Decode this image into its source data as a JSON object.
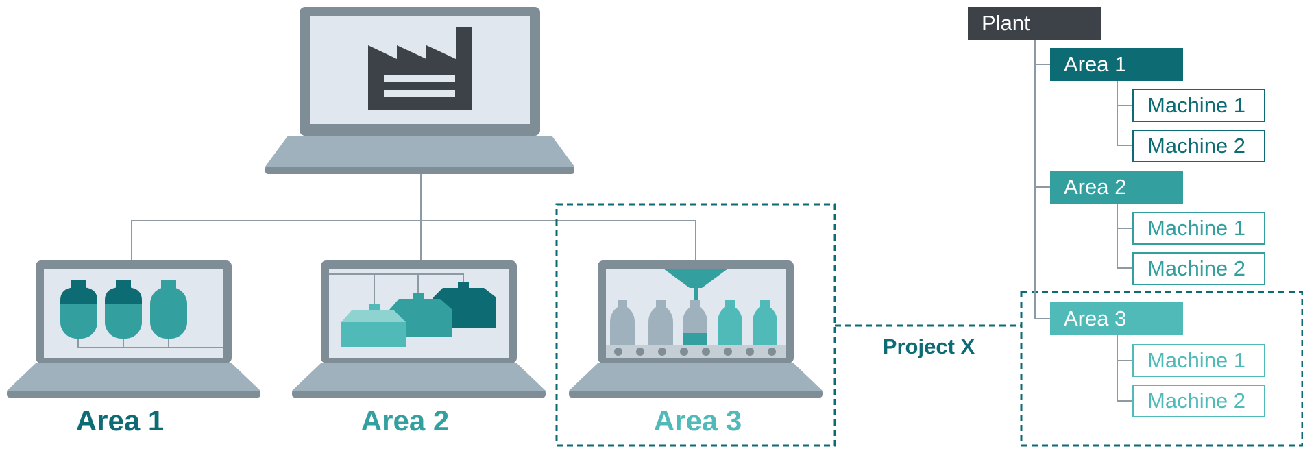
{
  "colors": {
    "dark_teal": "#0d6b73",
    "mid_teal": "#33a09f",
    "light_teal": "#4fbab8",
    "laptop_frame": "#7f8d97",
    "laptop_base": "#9fb1bd",
    "screen": "#e1e7ef",
    "plant_box": "#3d4248",
    "connector": "#8d9aa4"
  },
  "labels": {
    "area1": "Area 1",
    "area2": "Area 2",
    "area3": "Area 3",
    "project": "Project X"
  },
  "tree": {
    "plant": "Plant",
    "areas": [
      {
        "label": "Area 1",
        "machines": [
          "Machine 1",
          "Machine 2"
        ]
      },
      {
        "label": "Area 2",
        "machines": [
          "Machine 1",
          "Machine 2"
        ]
      },
      {
        "label": "Area 3",
        "machines": [
          "Machine 1",
          "Machine 2"
        ]
      }
    ]
  },
  "icons": {
    "main_laptop": "factory-icon",
    "area1_laptop": "tanks-icon",
    "area2_laptop": "boxes-icon",
    "area3_laptop": "bottling-line-icon"
  }
}
